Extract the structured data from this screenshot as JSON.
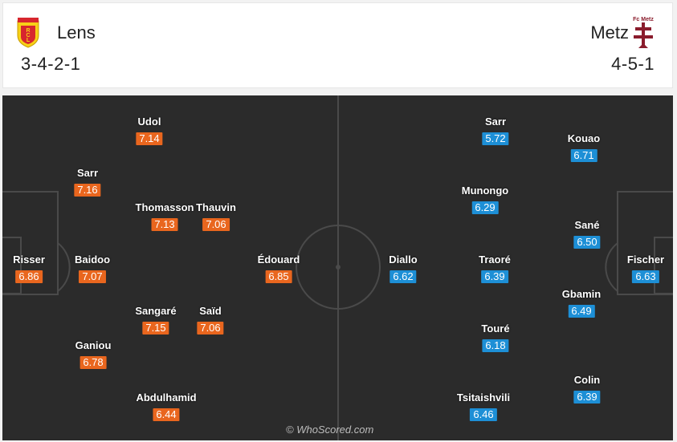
{
  "header": {
    "home": {
      "name": "Lens",
      "formation": "3-4-2-1",
      "crest_letters": "RCL",
      "crest_colors": [
        "#f7d117",
        "#d7262e"
      ]
    },
    "away": {
      "name": "Metz",
      "formation": "4-5-1",
      "crest_text": "Fc Metz",
      "crest_color": "#8a1c2c"
    }
  },
  "colors": {
    "pitch": "#2b2b2b",
    "lines": "#4a4a4a",
    "home_rating": "#e9661e",
    "away_rating": "#1d8fd6"
  },
  "home_players": [
    {
      "name": "Udol",
      "rating": "7.14"
    },
    {
      "name": "Sarr",
      "rating": "7.16"
    },
    {
      "name": "Thomasson",
      "rating": "7.13"
    },
    {
      "name": "Thauvin",
      "rating": "7.06"
    },
    {
      "name": "Risser",
      "rating": "6.86"
    },
    {
      "name": "Baidoo",
      "rating": "7.07"
    },
    {
      "name": "Édouard",
      "rating": "6.85"
    },
    {
      "name": "Sangaré",
      "rating": "7.15"
    },
    {
      "name": "Saïd",
      "rating": "7.06"
    },
    {
      "name": "Ganiou",
      "rating": "6.78"
    },
    {
      "name": "Abdulhamid",
      "rating": "6.44"
    }
  ],
  "away_players": [
    {
      "name": "Sarr",
      "rating": "5.72"
    },
    {
      "name": "Kouao",
      "rating": "6.71"
    },
    {
      "name": "Munongo",
      "rating": "6.29"
    },
    {
      "name": "Sané",
      "rating": "6.50"
    },
    {
      "name": "Diallo",
      "rating": "6.62"
    },
    {
      "name": "Traoré",
      "rating": "6.39"
    },
    {
      "name": "Fischer",
      "rating": "6.63"
    },
    {
      "name": "Gbamin",
      "rating": "6.49"
    },
    {
      "name": "Touré",
      "rating": "6.18"
    },
    {
      "name": "Colin",
      "rating": "6.39"
    },
    {
      "name": "Tsitaishvili",
      "rating": "6.46"
    }
  ],
  "watermark": "© WhoScored.com"
}
